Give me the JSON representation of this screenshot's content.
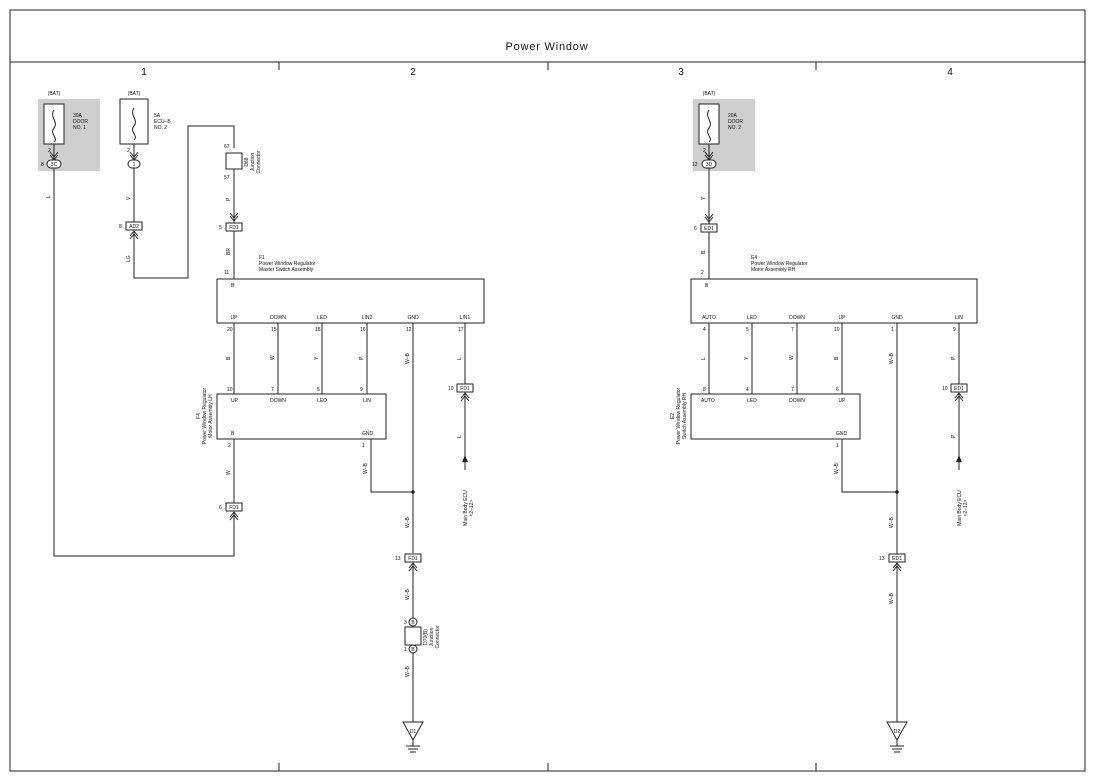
{
  "title": "Power Window",
  "columns": [
    "1",
    "2",
    "3",
    "4"
  ],
  "fuses": {
    "door1": {
      "source": "(BAT)",
      "rating": "30A",
      "name1": "DOOR",
      "name2": "NO. 1",
      "pin": "2",
      "conn_pin": "8",
      "conn": "3C"
    },
    "ecub": {
      "source": "(BAT)",
      "rating": "5A",
      "name1": "ECU–B",
      "name2": "NO. 2",
      "pin": "2",
      "conn": "1"
    },
    "door2": {
      "source": "(BAT)",
      "rating": "20A",
      "name1": "DOOR",
      "name2": "NO. 2",
      "pin": "2",
      "conn_pin": "12",
      "conn": "3D"
    }
  },
  "junction_d68": {
    "pin_top": "67",
    "pin_bottom": "57",
    "id": "D68",
    "label1": "Junction",
    "label2": "Connector"
  },
  "junction_d70": {
    "pin_top": "3",
    "pin_bottom": "1",
    "conn_top": "B",
    "conn_bottom": "B",
    "id": "D70(B)",
    "label1": "Junction",
    "label2": "Connector"
  },
  "connectors": {
    "ad2": {
      "pin": "8",
      "id": "AD2"
    },
    "fd1_a": {
      "pin": "5",
      "id": "FD1"
    },
    "fd1_b": {
      "pin": "10",
      "id": "FD1"
    },
    "fd1_c": {
      "pin": "6",
      "id": "FD1"
    },
    "fd1_d": {
      "pin": "13",
      "id": "FD1"
    },
    "ed1_a": {
      "pin": "6",
      "id": "ED1"
    },
    "ed1_b": {
      "pin": "10",
      "id": "ED1"
    },
    "ed1_c": {
      "pin": "13",
      "id": "ED1"
    }
  },
  "wire_colors": {
    "l_left": "L",
    "v": "V",
    "lg": "LG",
    "p_d68": "P",
    "br": "BR",
    "up_b": "B",
    "down_w": "W",
    "led_y": "Y",
    "lin2_p": "P",
    "gnd_wb": "W–B",
    "lin1_l": "L",
    "lin1_l_lower": "L",
    "lh_b_w": "W",
    "lh_gnd_wb": "W–B",
    "gnd_wb_mid": "W–B",
    "gnd_wb_low1": "W–B",
    "gnd_wb_low2": "W–B",
    "y_right": "Y",
    "b_right": "B",
    "auto_l": "L",
    "led_y_r": "Y",
    "down_w_r": "W",
    "up_b_r": "B",
    "gnd_wb_r": "W–B",
    "lin_p_r": "P",
    "lin_p_r_lower": "P",
    "rh_gnd_wb": "W–B",
    "gnd_wb_r_mid": "W–B",
    "gnd_wb_r_low": "W–B"
  },
  "master_switch": {
    "code": "F1",
    "name1": "Power Window Regulator",
    "name2": "Master Switch Assembly",
    "b_pin": "11",
    "b_label": "B",
    "terms": [
      {
        "label": "UP",
        "pin": "20"
      },
      {
        "label": "DOWN",
        "pin": "15"
      },
      {
        "label": "LED",
        "pin": "18"
      },
      {
        "label": "LIN2",
        "pin": "16"
      },
      {
        "label": "GND",
        "pin": "12"
      },
      {
        "label": "LIN1",
        "pin": "17"
      }
    ]
  },
  "motor_lh": {
    "code": "F4",
    "name1": "Power Window Regulator",
    "name2": "Motor Assembly LH",
    "terms": [
      {
        "label": "UP",
        "pin": "10"
      },
      {
        "label": "DOWN",
        "pin": "7"
      },
      {
        "label": "LED",
        "pin": "5"
      },
      {
        "label": "LIN",
        "pin": "9"
      }
    ],
    "b_label": "B",
    "b_pin": "2",
    "gnd_label": "GND",
    "gnd_pin": "1"
  },
  "motor_rh": {
    "code": "E4",
    "name1": "Power Window Regulator",
    "name2": "Motor Assembly RH",
    "b_pin": "2",
    "b_label": "B",
    "terms": [
      {
        "label": "AUTO",
        "pin": "4"
      },
      {
        "label": "LED",
        "pin": "5"
      },
      {
        "label": "DOWN",
        "pin": "7"
      },
      {
        "label": "UP",
        "pin": "10"
      },
      {
        "label": "GND",
        "pin": "1"
      },
      {
        "label": "LIN",
        "pin": "9"
      }
    ]
  },
  "switch_rh": {
    "code": "E2",
    "name1": "Power Window Regulator",
    "name2": "Switch Assembly RH",
    "terms": [
      {
        "label": "AUTO",
        "pin": "8"
      },
      {
        "label": "LED",
        "pin": "4"
      },
      {
        "label": "DOWN",
        "pin": "7"
      },
      {
        "label": "UP",
        "pin": "6"
      }
    ],
    "gnd_label": "GND",
    "gnd_pin": "1"
  },
  "main_body_ecu": {
    "line1": "Main Body ECU",
    "line2": "<2–12>"
  },
  "main_body_ecu_r": {
    "line1": "Main Body ECU",
    "line2": "<2–12>"
  },
  "grounds": {
    "d1": "D1",
    "d2": "D2"
  }
}
